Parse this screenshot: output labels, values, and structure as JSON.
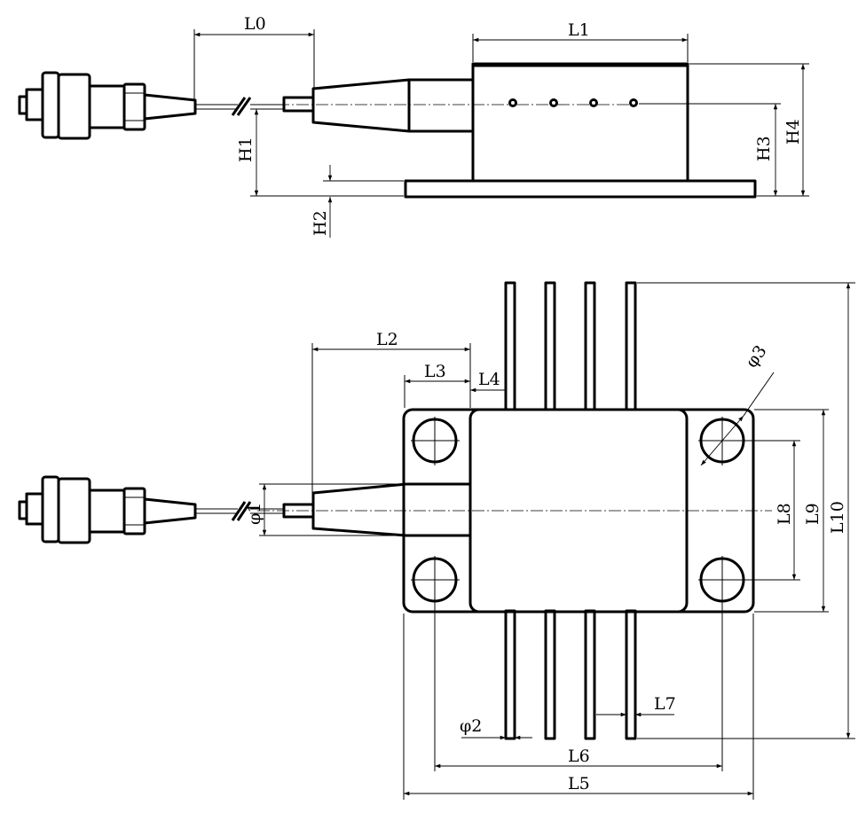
{
  "labels": {
    "L0": "L0",
    "L1": "L1",
    "H1": "H1",
    "H2": "H2",
    "H3": "H3",
    "H4": "H4",
    "L2": "L2",
    "L3": "L3",
    "L4": "L4",
    "phi1": "φ1",
    "phi2": "φ2",
    "phi3": "φ3",
    "L5": "L5",
    "L6": "L6",
    "L7": "L7",
    "L8": "L8",
    "L9": "L9",
    "L10": "L10"
  }
}
